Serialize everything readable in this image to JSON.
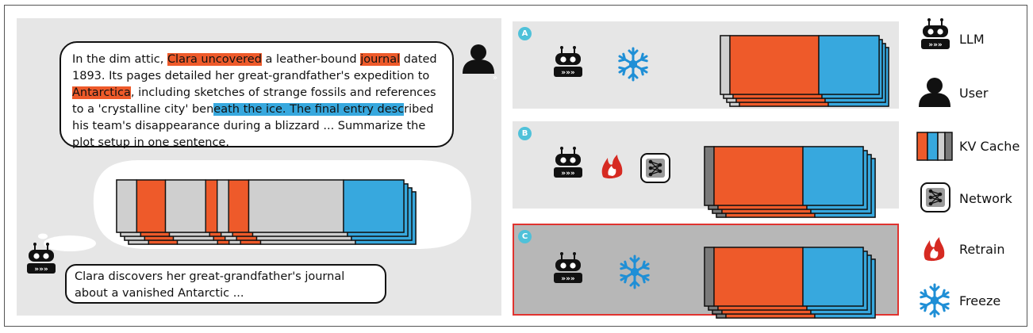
{
  "prompt": {
    "segments": [
      {
        "text": "In the dim attic, ",
        "hl": ""
      },
      {
        "text": "Clara uncovered",
        "hl": "red"
      },
      {
        "text": " a leather-bound ",
        "hl": ""
      },
      {
        "text": "journal",
        "hl": "red"
      },
      {
        "text": " dated 1893. Its pages detailed her great-grandfather's expedition to ",
        "hl": ""
      },
      {
        "text": "Antarctica",
        "hl": "red"
      },
      {
        "text": ", including sketches of strange fossils and references to a 'crystalline city' ben",
        "hl": ""
      },
      {
        "text": "eath the ice. The final entry desc",
        "hl": "blue"
      },
      {
        "text": "ribed his team's disappearance during a blizzard ... Summarize the plot setup in one sentence.",
        "hl": ""
      }
    ]
  },
  "response": {
    "text": "Clara discovers her great-grandfather's journal about a vanished Antarctic ..."
  },
  "panels": [
    {
      "id": "A",
      "tool": "freeze"
    },
    {
      "id": "B",
      "tool": "retrain"
    },
    {
      "id": "C",
      "tool": "freeze",
      "selected": true
    }
  ],
  "legend": [
    {
      "icon": "llm",
      "label": "LLM"
    },
    {
      "icon": "user",
      "label": "User"
    },
    {
      "icon": "kv-cache",
      "label": "KV Cache"
    },
    {
      "icon": "network",
      "label": "Network"
    },
    {
      "icon": "retrain",
      "label": "Retrain"
    },
    {
      "icon": "freeze",
      "label": "Freeze"
    }
  ],
  "colors": {
    "key": "#ee5a2a",
    "value": "#37a8de",
    "neutral": "#cfcfcf",
    "dark": "#7a7a7a",
    "panel_bg": "#e6e6e6",
    "panel_selected_bg": "#b7b7b7",
    "selected_border": "#e0332f",
    "badge": "#4fc1d9",
    "flame": "#d62a22"
  }
}
